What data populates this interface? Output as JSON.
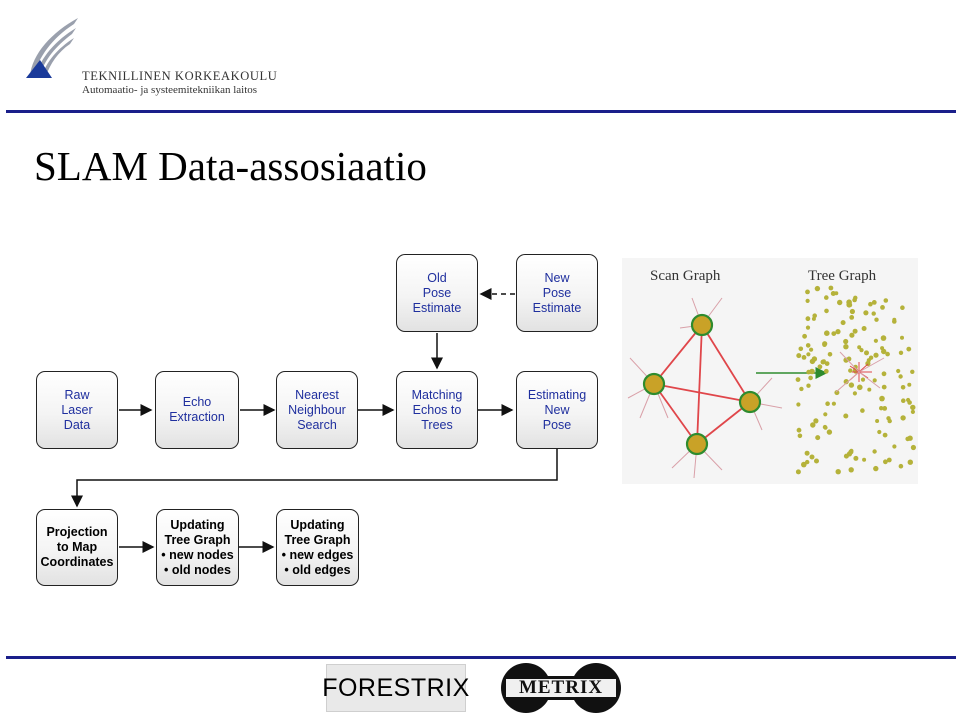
{
  "header": {
    "org_line1": "TEKNILLINEN KORKEAKOULU",
    "org_line2": "Automaatio- ja systeemitekniikan laitos"
  },
  "slide": {
    "title": "SLAM Data-assosiaatio"
  },
  "nodes": {
    "old_pose": [
      "Old",
      "Pose",
      "Estimate"
    ],
    "new_pose_top": [
      "New",
      "Pose",
      "Estimate"
    ],
    "raw": [
      "Raw",
      "Laser",
      "Data"
    ],
    "echo": [
      "Echo",
      "Extraction"
    ],
    "nearest": [
      "Nearest",
      "Neighbour",
      "Search"
    ],
    "matching": [
      "Matching",
      "Echos to",
      "Trees"
    ],
    "estimating": [
      "Estimating",
      "New",
      "Pose"
    ],
    "projection": [
      "Projection",
      "to Map",
      "Coordinates"
    ],
    "update_nodes": [
      "Updating",
      "Tree Graph",
      "• new nodes",
      "• old nodes"
    ],
    "update_edges": [
      "Updating",
      "Tree Graph",
      "• new edges",
      "• old edges"
    ]
  },
  "figure": {
    "scan_label": "Scan Graph",
    "tree_label": "Tree Graph"
  },
  "footer": {
    "logo1": "FORESTRIX",
    "logo2": "METRIX"
  },
  "colors": {
    "text_blue": "#1f2f9e",
    "rule": "#1a1f8a",
    "node_olive": "#c9a227",
    "node_ring": "#2e8b2e",
    "edge_red": "#e0464a",
    "tree_dot": "#b5b23a"
  },
  "icons": {
    "university_logo": "tkk-wing-logo-icon"
  }
}
